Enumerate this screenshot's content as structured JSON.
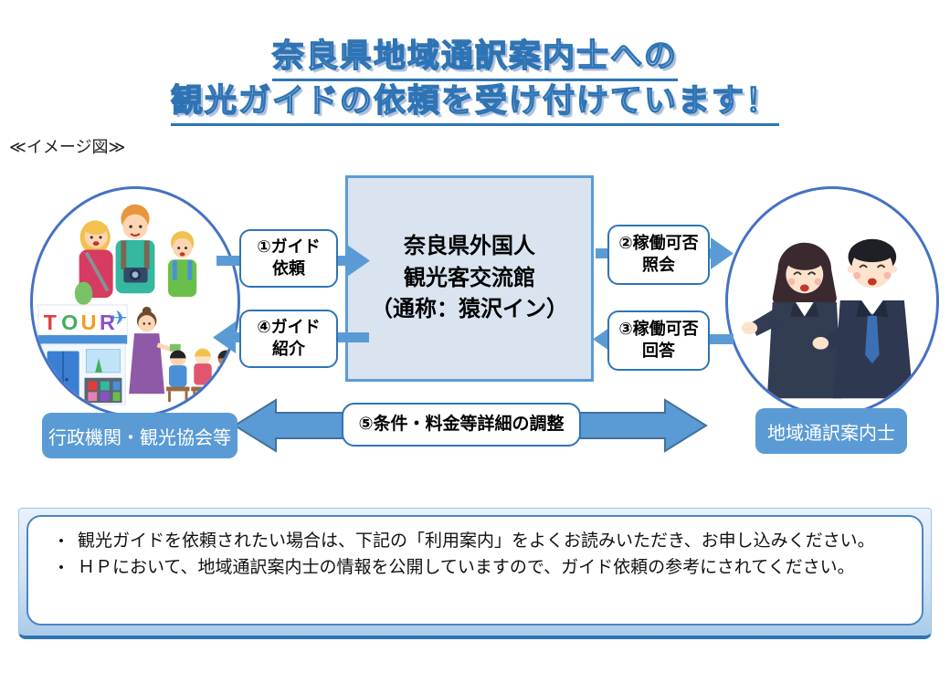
{
  "page": {
    "title_line1": "奈良県地域通訳案内士への",
    "title_line2": "観光ガイドの依頼を受け付けています！",
    "diagram_caption": "≪イメージ図≫"
  },
  "diagram": {
    "center_box": {
      "line1": "奈良県外国人",
      "line2": "観光客交流館",
      "line3": "（通称：猿沢イン）"
    },
    "arrow_labels": {
      "step1_line1": "①ガイド",
      "step1_line2": "依頼",
      "step2_line1": "②稼働可否",
      "step2_line2": "照会",
      "step3_line1": "③稼働可否",
      "step3_line2": "回答",
      "step4_line1": "④ガイド",
      "step4_line2": "紹介",
      "step5": "⑤条件・料金等詳細の調整"
    },
    "left_entity_label": "行政機関・観光協会等",
    "right_entity_label": "地域通訳案内士",
    "tour_letters": [
      "T",
      "O",
      "U",
      "R"
    ],
    "plane_glyph": "✈"
  },
  "notes": {
    "bullet_char": "•",
    "bullet1": "観光ガイドを依頼されたい場合は、下記の「利用案内」をよくお読みいただき、お申し込みください。",
    "bullet2": "ＨＰにおいて、地域通訳案内士の情報を公開していますので、ガイド依頼の参考にされてください。"
  },
  "colors": {
    "accent_blue": "#5b9bd5",
    "dark_blue": "#2e74b5",
    "circle_blue": "#4472c4",
    "center_box_fill": "#dae3f0",
    "arrow_outline": "#41719c"
  }
}
